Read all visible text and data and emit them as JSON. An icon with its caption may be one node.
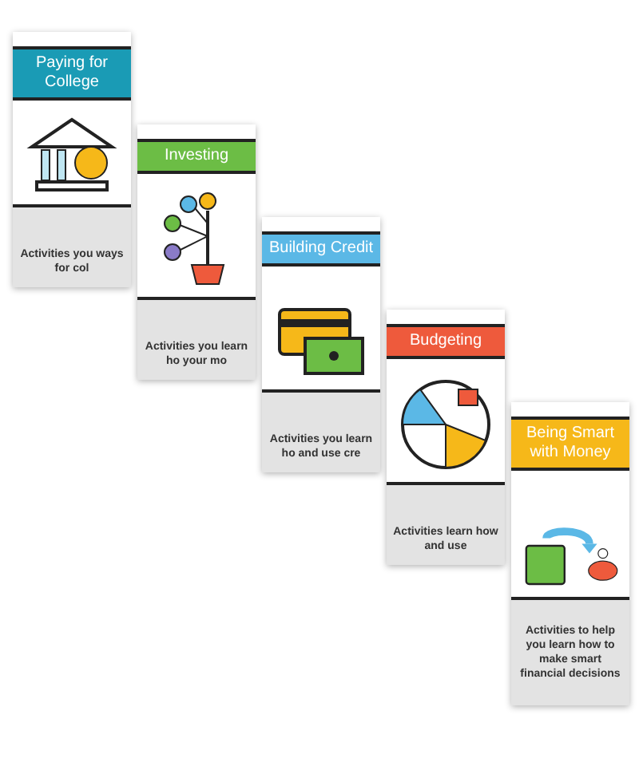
{
  "diagram": {
    "nodes": [
      {
        "text": [
          "Paying for College",
          "Activities you ways for col"
        ]
      },
      {
        "text": [
          "Investing",
          "Activities you learn ho your mo"
        ]
      },
      {
        "text": [
          "Building Credit",
          "Activities you learn ho and use cre"
        ]
      },
      {
        "text": [
          "Budgeting",
          "Activities learn how and use"
        ]
      },
      {
        "text": [
          "Being Smart with Money",
          "Activities to help you learn how to make smart financial decisions"
        ]
      }
    ]
  }
}
